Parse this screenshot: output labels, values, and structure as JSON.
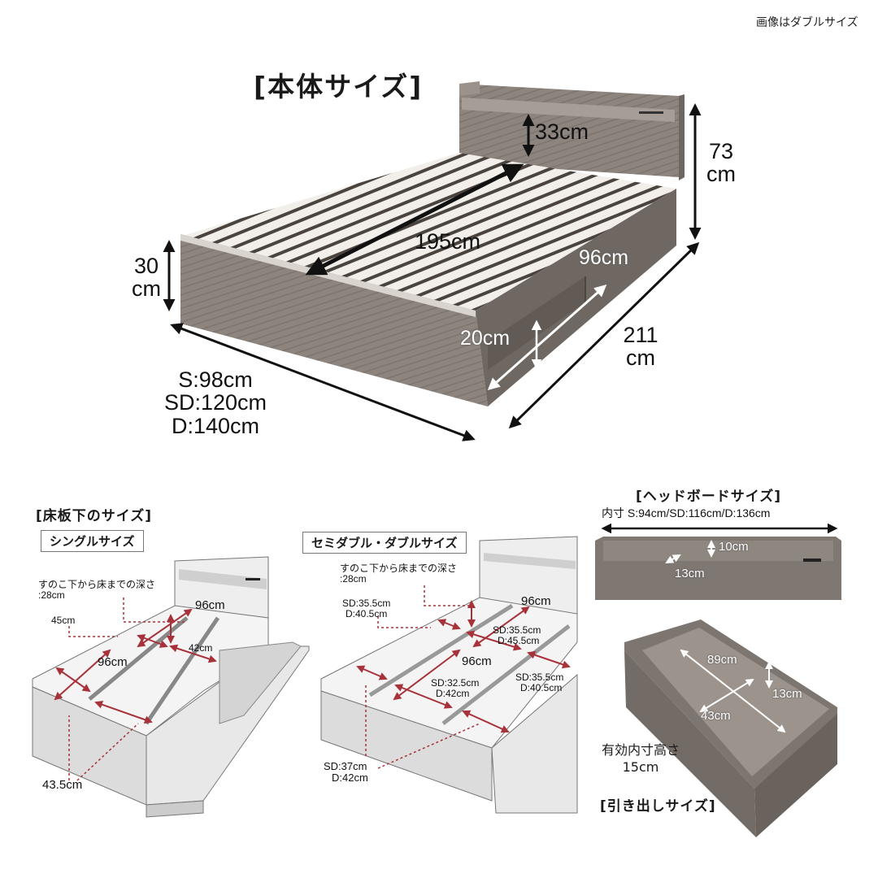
{
  "corner_note": "画像はダブルサイズ",
  "main_section": {
    "title": "[本体サイズ]",
    "dimensions": {
      "headboard_shelf_height": "33cm",
      "total_height": {
        "value": "73",
        "unit": "cm"
      },
      "slat_length": "195cm",
      "frame_height": {
        "value": "30",
        "unit": "cm"
      },
      "drawer_length": "96cm",
      "drawer_height": "20cm",
      "total_length": {
        "value": "211",
        "unit": "cm"
      },
      "widths": [
        "S:98cm",
        "SD:120cm",
        "D:140cm"
      ]
    }
  },
  "under_floor_section": {
    "title": "[床板下のサイズ]",
    "single": {
      "label": "シングルサイズ",
      "depth_note": "すのこ下から床までの深さ",
      "depth_value": ":28cm",
      "dims": {
        "back_length": "96cm",
        "front_length": "96cm",
        "height_left": "45cm",
        "width_mid": "42cm",
        "width_front": "43.5cm"
      }
    },
    "semi_double_double": {
      "label": "セミダブル・ダブルサイズ",
      "depth_note": "すのこ下から床までの深さ",
      "depth_value": ":28cm",
      "dims": {
        "back_length": "96cm",
        "front_length": "96cm",
        "height_left": [
          "SD:35.5cm",
          "D:40.5cm"
        ],
        "mid_right": [
          "SD:35.5cm",
          "D:45.5cm"
        ],
        "right_side": [
          "SD:35.5cm",
          "D:40.5cm"
        ],
        "center": [
          "SD:32.5cm",
          "D:42cm"
        ],
        "front": [
          "SD:37cm",
          "D:42cm"
        ]
      }
    }
  },
  "headboard_section": {
    "title": "[ヘッドボードサイズ]",
    "inner_size": "内寸 S:94cm/SD:116cm/D:136cm",
    "height": "10cm",
    "depth": "13cm"
  },
  "drawer_section": {
    "title": "[引き出しサイズ]",
    "length": "89cm",
    "width": "43cm",
    "height": "13cm",
    "effective_label": "有効内寸高さ",
    "effective_value": "15cm"
  },
  "colors": {
    "wood": "#8a827b",
    "wood_dark": "#6f6862",
    "slat": "#f2efea",
    "diagram_gray": "#dcdcdc",
    "dim_red": "#a8323a",
    "arrow_black": "#111111"
  }
}
